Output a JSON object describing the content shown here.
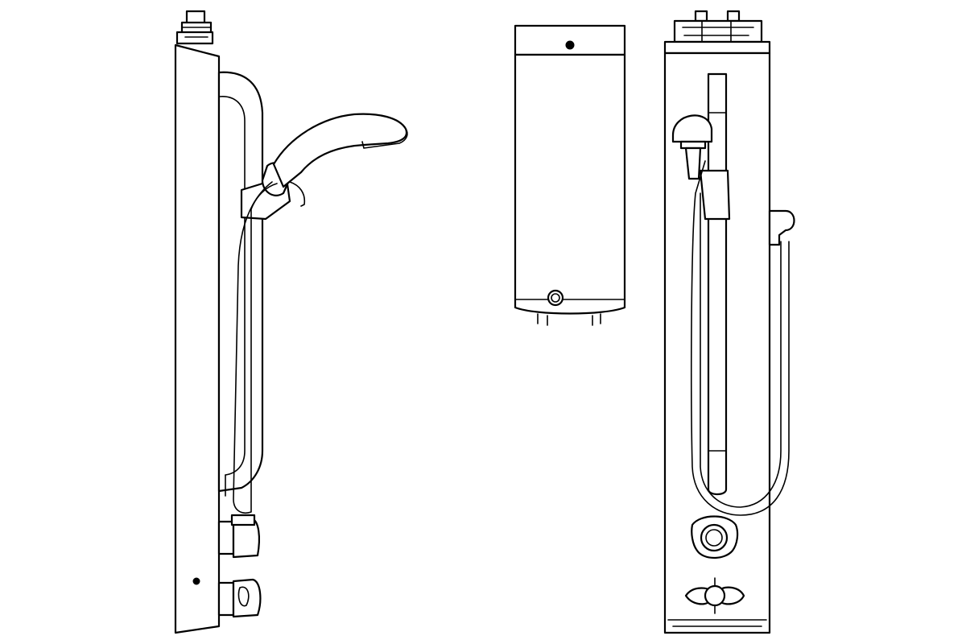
{
  "figure": {
    "views": [
      {
        "id": "side-view",
        "description": "shower-panel-side-view"
      },
      {
        "id": "rear-view",
        "description": "shower-panel-rear-view"
      },
      {
        "id": "front-view",
        "description": "shower-panel-front-view"
      }
    ],
    "colors": {
      "line": "#000000",
      "background": "#ffffff"
    }
  }
}
